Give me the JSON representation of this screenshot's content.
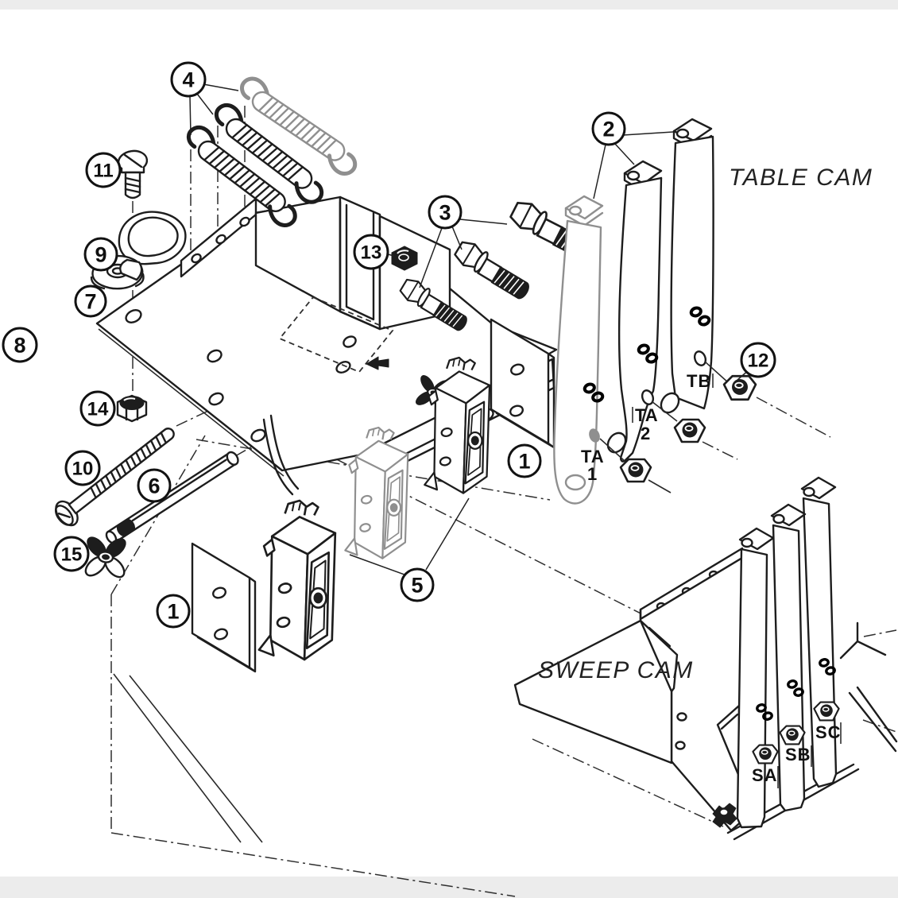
{
  "diagram": {
    "captions": {
      "table_cam": "TABLE CAM",
      "sweep_cam": "SWEEP CAM"
    },
    "cam_labels": {
      "tb": "TB",
      "ta2_l1": "TA",
      "ta2_l2": "2",
      "ta1_l1": "TA",
      "ta1_l2": "1",
      "sa": "SA",
      "sb": "SB",
      "sc": "SC"
    },
    "callouts": [
      {
        "label": "4"
      },
      {
        "label": "11"
      },
      {
        "label": "9"
      },
      {
        "label": "7"
      },
      {
        "label": "8"
      },
      {
        "label": "14"
      },
      {
        "label": "10"
      },
      {
        "label": "6"
      },
      {
        "label": "15"
      },
      {
        "label": "1"
      },
      {
        "label": "13"
      },
      {
        "label": "3"
      },
      {
        "label": "2"
      },
      {
        "label": "1"
      },
      {
        "label": "5"
      },
      {
        "label": "12"
      }
    ]
  }
}
